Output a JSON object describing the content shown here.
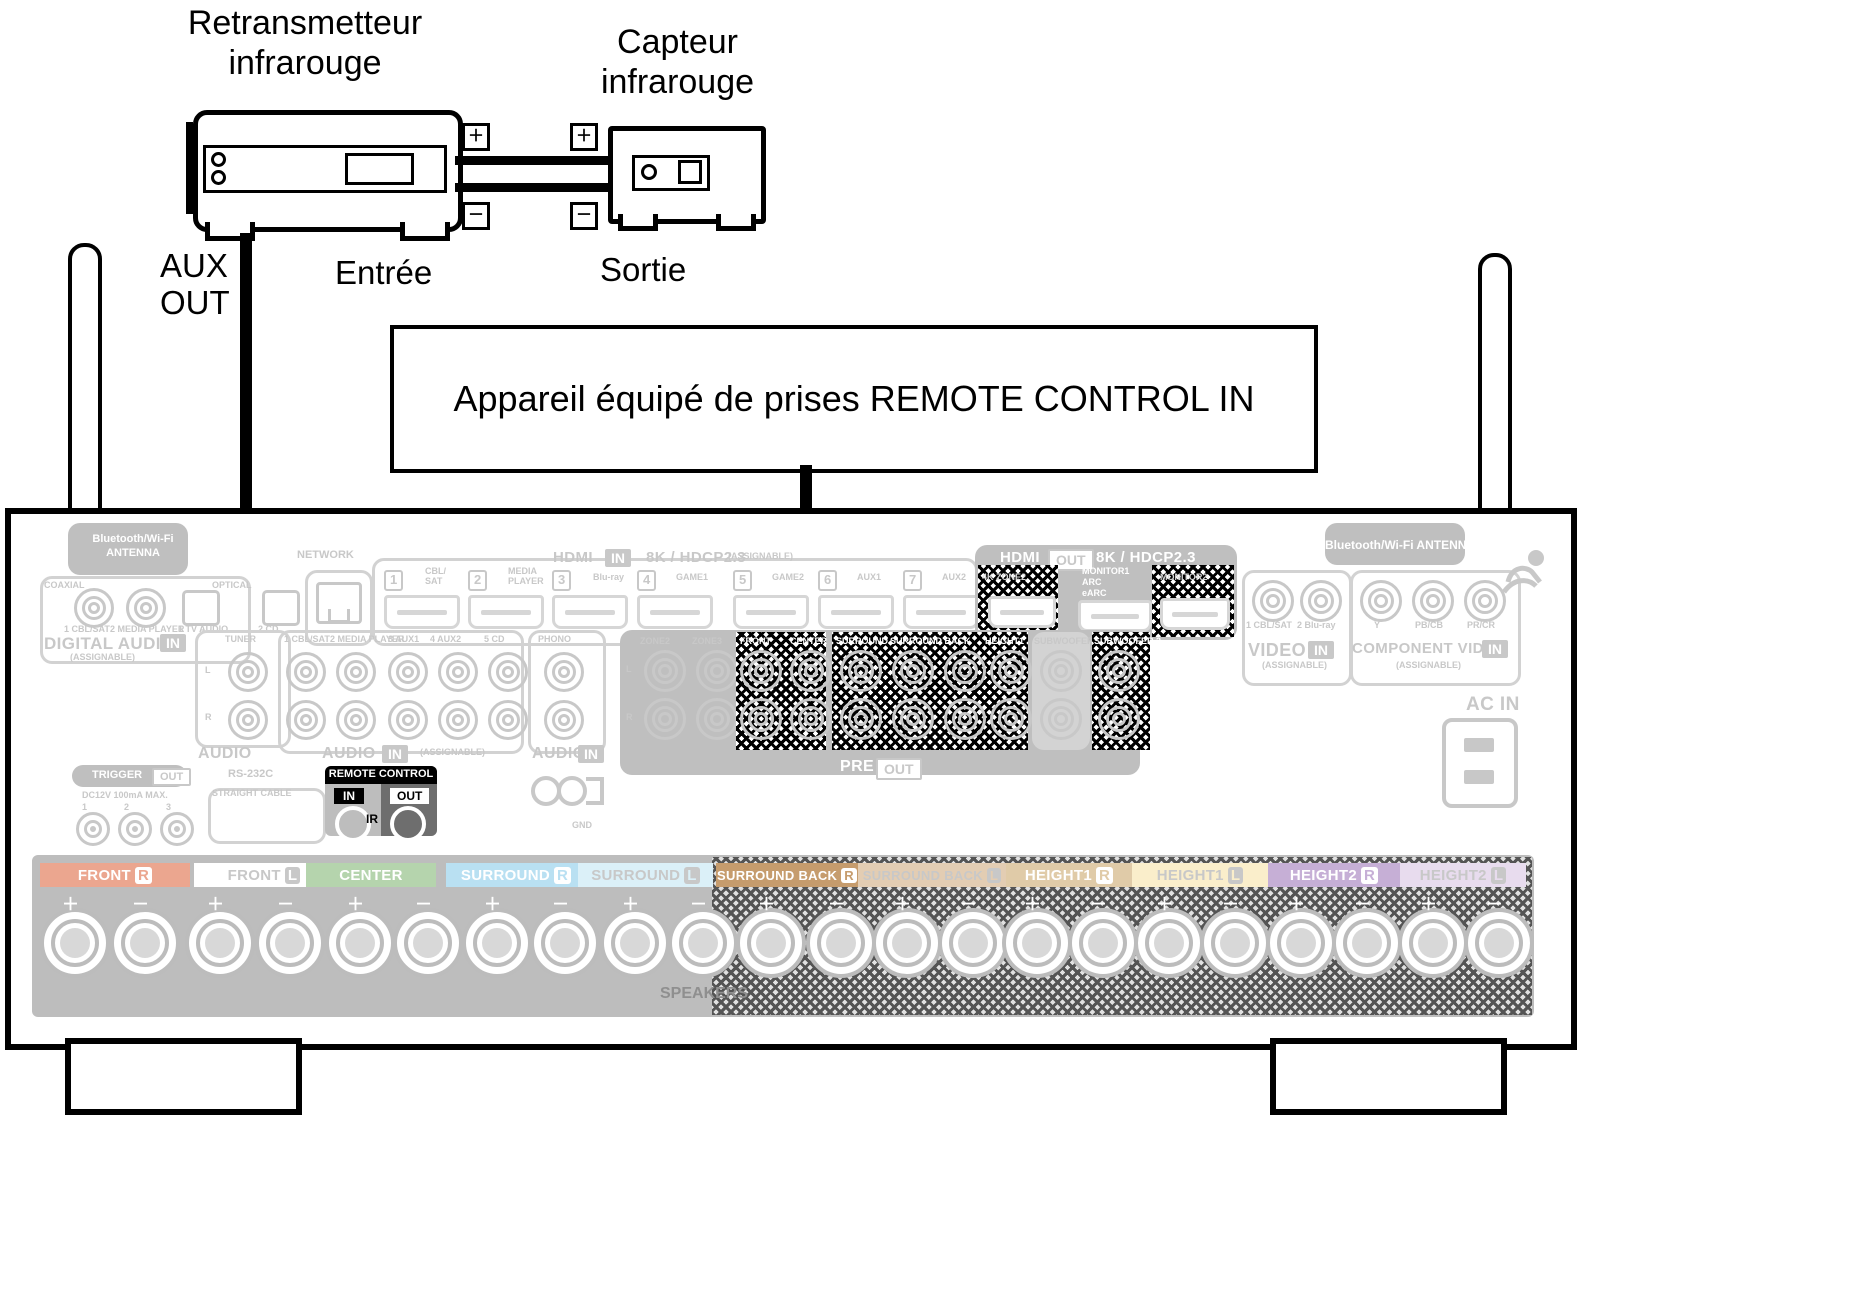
{
  "diagram": {
    "title_ir_blaster": "Retransmetteur\ninfrarouge",
    "title_ir_sensor": "Capteur\ninfrarouge",
    "label_aux_out": "AUX\nOUT",
    "label_entree": "Entrée",
    "label_sortie": "Sortie",
    "callout_text": "Appareil équipé de prises REMOTE CONTROL IN",
    "terminal_plus": "＋",
    "terminal_minus": "－"
  },
  "receiver": {
    "antenna_label": "Bluetooth/Wi-Fi\nANTENNA",
    "ac_in": "AC IN",
    "speakers_label": "SPEAKERS",
    "gnd_label": "GND",
    "digital_audio": {
      "title": "DIGITAL AUDIO",
      "chip": "IN",
      "sub": "(ASSIGNABLE)",
      "coaxial": "COAXIAL",
      "optical": "OPTICAL",
      "jacks": [
        "1 CBL/SAT",
        "2 MEDIA PLAYER",
        "1 TV AUDIO",
        "2 CD"
      ]
    },
    "network": {
      "title": "NETWORK"
    },
    "hdmi_in": {
      "title": "HDMI",
      "chip": "IN",
      "spec": "8K / HDCP2.3",
      "assignable": "(ASSIGNABLE)",
      "ports": [
        {
          "num": "1",
          "label": "CBL/\nSAT"
        },
        {
          "num": "2",
          "label": "MEDIA\nPLAYER"
        },
        {
          "num": "3",
          "label": "Blu-ray"
        },
        {
          "num": "4",
          "label": "GAME1"
        },
        {
          "num": "5",
          "label": "GAME2"
        },
        {
          "num": "6",
          "label": "AUX1"
        },
        {
          "num": "7",
          "label": "AUX2"
        }
      ]
    },
    "hdmi_out": {
      "title": "HDMI",
      "chip": "OUT",
      "spec": "8K / HDCP2.3",
      "zone2": "4K        ZONE2",
      "monitor1": "MONITOR1\nARC\neARC",
      "monitor2": "MONITOR2"
    },
    "analog_audio": {
      "title": "AUDIO",
      "chip": "IN",
      "sub": "(ASSIGNABLE)",
      "tuner": "TUNER",
      "phono": "PHONO",
      "left": "L",
      "right": "R",
      "jacks": [
        "1 CBL/SAT",
        "2 MEDIA PLAYER",
        "3 AUX1",
        "4 AUX2",
        "5 CD"
      ]
    },
    "pre_out": {
      "title": "PRE",
      "chip": "OUT",
      "zones": [
        "ZONE2",
        "ZONE3"
      ],
      "channels": [
        "FRONT",
        "CENTER",
        "SURROUND",
        "SURROUND BACK",
        "HEIGHT1",
        "HEIGHT2"
      ],
      "subwoofers": [
        "SUBWOOFER 1",
        "SUBWOOFER 2"
      ],
      "left": "L",
      "right": "R"
    },
    "video_in": {
      "title": "VIDEO",
      "chip": "IN",
      "sub": "(ASSIGNABLE)",
      "jacks": [
        "1 CBL/SAT",
        "2 Blu-ray"
      ]
    },
    "component_video": {
      "title": "COMPONENT VIDEO",
      "chip": "IN",
      "sub": "(ASSIGNABLE)",
      "jacks": [
        "Y",
        "PB/CB",
        "PR/CR"
      ]
    },
    "remote_control": {
      "title": "REMOTE CONTROL",
      "in": "IN",
      "out": "OUT",
      "ir": "IR"
    },
    "trigger_out": {
      "title": "TRIGGER",
      "chip": "OUT",
      "spec": "DC12V 100mA MAX.",
      "numbers": [
        "1",
        "2",
        "3"
      ]
    },
    "rs232c": {
      "title": "RS-232C",
      "sub": "STRAIGHT CABLE"
    },
    "speaker_terminals": [
      {
        "name": "FRONT",
        "side": "R",
        "color": "#eba68f",
        "text": "#ffffff"
      },
      {
        "name": "FRONT",
        "side": "L",
        "color": "#ffffff",
        "text": "#c8c8c8"
      },
      {
        "name": "CENTER",
        "side": "",
        "color": "#b5d4ad",
        "text": "#ffffff"
      },
      {
        "name": "SURROUND",
        "side": "R",
        "color": "#b9e0f2",
        "text": "#ffffff"
      },
      {
        "name": "SURROUND",
        "side": "L",
        "color": "#dbf0f8",
        "text": "#c8c8c8"
      },
      {
        "name": "SURROUND BACK",
        "side": "R",
        "color": "#c69c6d",
        "text": "#ffffff"
      },
      {
        "name": "SURROUND BACK",
        "side": "L",
        "color": "#e3cdb3",
        "text": "#c8c8c8"
      },
      {
        "name": "HEIGHT1",
        "side": "R",
        "color": "#e0cba8",
        "text": "#ffffff"
      },
      {
        "name": "HEIGHT1",
        "side": "L",
        "color": "#faeecb",
        "text": "#c8c8c8"
      },
      {
        "name": "HEIGHT2",
        "side": "R",
        "color": "#c6afd6",
        "text": "#ffffff"
      },
      {
        "name": "HEIGHT2",
        "side": "L",
        "color": "#e8dcee",
        "text": "#c8c8c8"
      }
    ]
  }
}
